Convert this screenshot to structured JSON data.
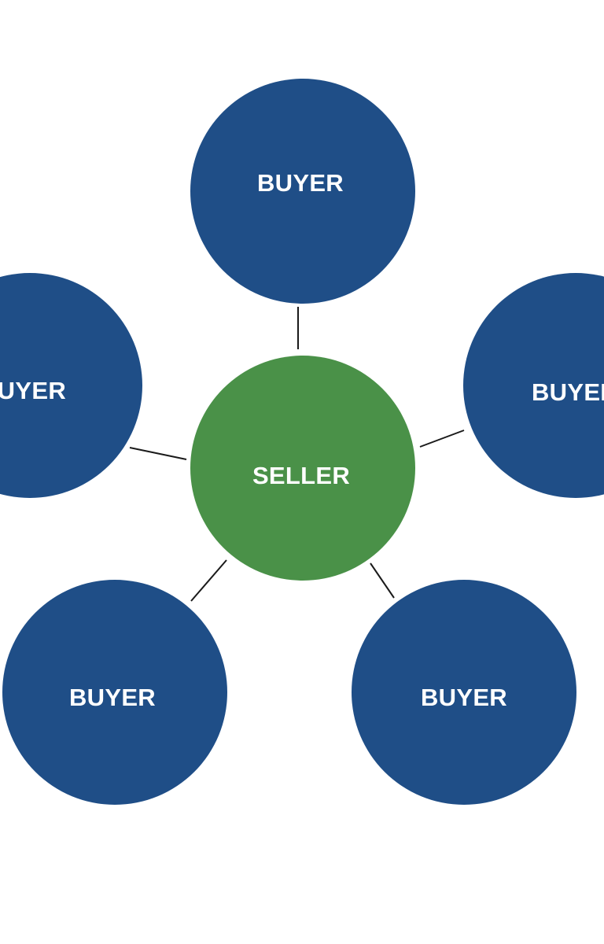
{
  "diagram": {
    "colors": {
      "buyer": "#1f4e87",
      "seller": "#4a9148",
      "label": "#ffffff",
      "connector": "#1a1a1a"
    },
    "seller": {
      "label": "SELLER"
    },
    "buyers": [
      {
        "label": "BUYER"
      },
      {
        "label": "BUYER"
      },
      {
        "label": "BUYER"
      },
      {
        "label": "BUYER"
      },
      {
        "label": "BUYER"
      }
    ]
  }
}
